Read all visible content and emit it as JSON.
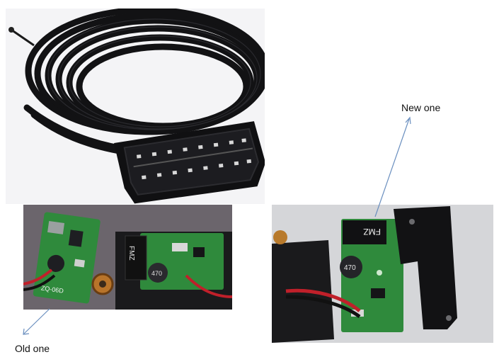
{
  "captions": {
    "new_one": "New one",
    "old_one": "Old one"
  },
  "board_markings": {
    "inductor_value": "470",
    "component_brand": "FMZ",
    "old_board_code": "ZQ-06D"
  },
  "colors": {
    "background": "#ffffff",
    "cable": "#111111",
    "pcb_green": "#2f8a3c",
    "arrow": "#6a8fbf"
  }
}
